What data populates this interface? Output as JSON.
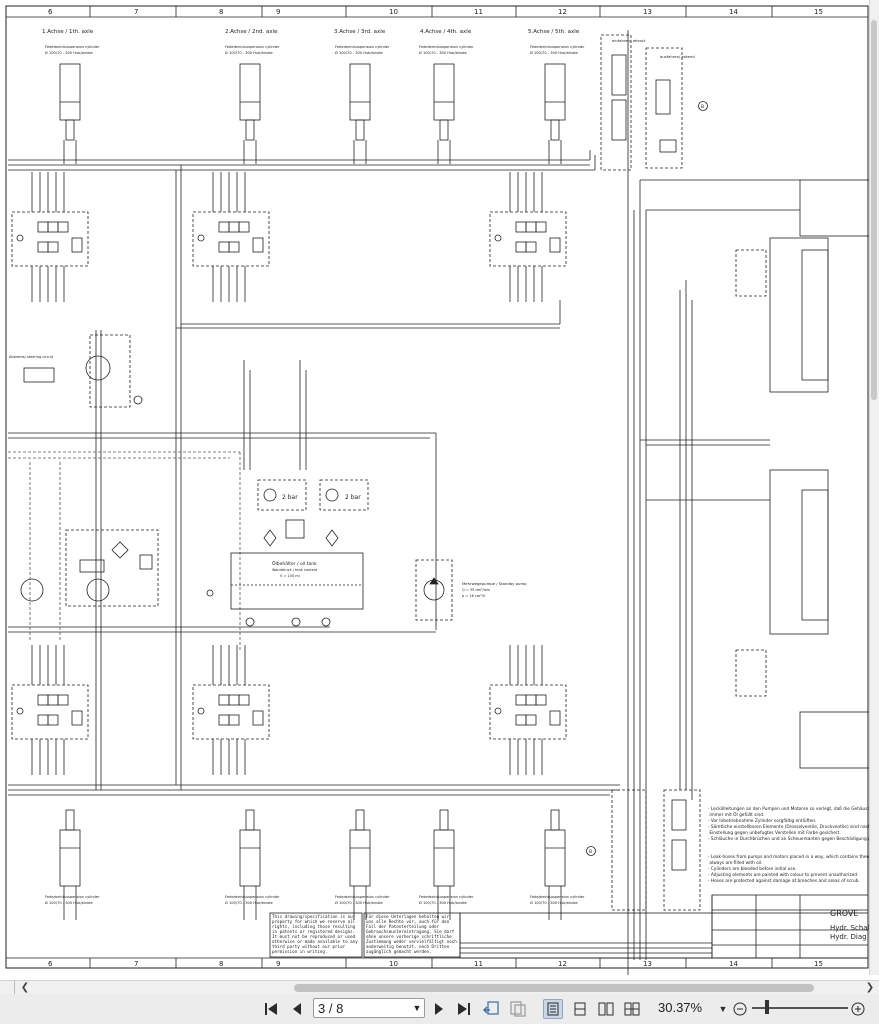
{
  "drawing": {
    "column_numbers": [
      "6",
      "7",
      "8",
      "9",
      "10",
      "11",
      "12",
      "13",
      "14",
      "15"
    ],
    "axle_titles": [
      "1.Achse / 1th. axle",
      "2.Achse / 2nd. axle",
      "3.Achse / 3rd. axle",
      "4.Achse / 4th. axle",
      "5.Achse / 5th. axle"
    ],
    "cylinder_label": "Federbeinlsuspension cylinder",
    "cylinder_spec": "Ø 100/70 - 300 Hub/stroke",
    "pump_label": "Mehrwegepumpe / Standby pump",
    "oil_tank_label": "Ölbehälter / oil tank",
    "pressure_2bar": "2 bar",
    "side_label_1": "einfahren/ retract",
    "side_label_2": "ausfahren/ extend",
    "marker_b": "B",
    "notes_de": [
      "- Leckölleitungen an den Pumpen und Motoren so verlegt, daß die Gehäuse",
      "  immer mit Öl gefüllt sind.",
      "- Vor Inbetriebnahme Zylinder sorgfältig entlüften.",
      "- Sämtliche einstellbaren Elemente (Drosselventile, Druckventile) sind nach",
      "  Einstellung gegen unbefugtes Verstellen mit Farbe gesichert.",
      "- Schläuche in Durchbrüchen und an Scheuerkanten gegen Beschädigung geschützt."
    ],
    "notes_en": [
      "- Leak-hoses from pumps and motors placed in a way, which contains them",
      "  always are filled with oil.",
      "- Cylinders are bleeded before initial use.",
      "- Adjusting elements are painted with colour to prevent unauthorized.",
      "- Hoses are protected against damage at breaches and areas of scrub."
    ],
    "copyright_en": "This drawing/specification is our property for which we reserve all rights, including those resulting in patents or registered designs. It must not be reproduced or used otherwise or made available to any third party without our prior permission in writing.",
    "copyright_de": "Für diese Unterlagen behalten wir uns alle Rechte vor, auch für den Fall der Patenterteilung oder Gebrauchsmustereintragung. Sie darf ohne unsere vorherige schriftliche Zustimmung weder vervielfältigt noch anderweitig benutzt, noch Dritten zugänglich gemacht werden.",
    "title_block": {
      "company": "GROVE",
      "line1": "Hydr. Schal",
      "line2": "Hydr. Diag"
    }
  },
  "toolbar": {
    "page_value": "3 / 8",
    "zoom": "30.37%",
    "first_page_icon": "first-page-icon",
    "prev_page_icon": "prev-page-icon",
    "next_page_icon": "next-page-icon",
    "last_page_icon": "last-page-icon"
  }
}
